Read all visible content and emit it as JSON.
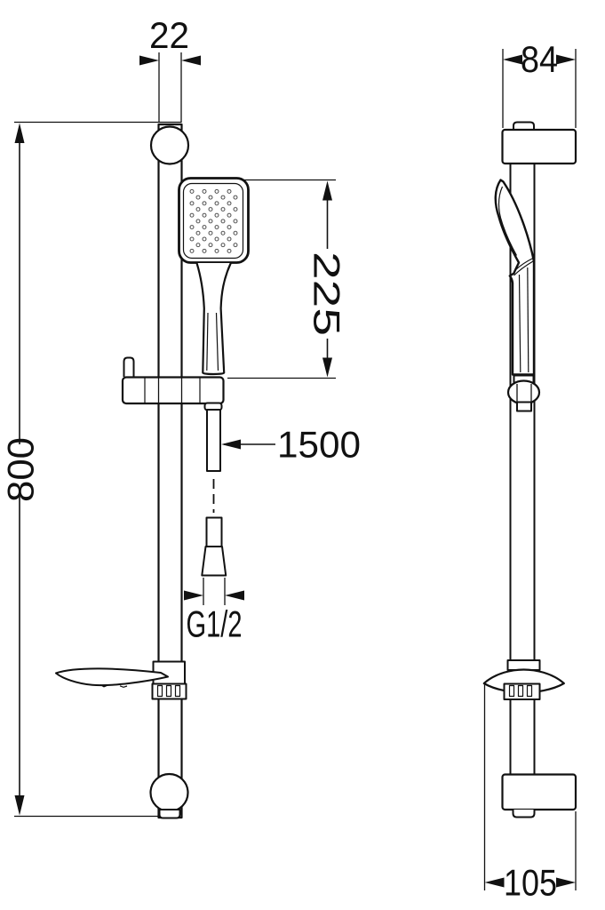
{
  "drawing": {
    "kind": "technical dimension drawing",
    "subject": "wall-mounted shower slide rail set with hand shower, hose, soap dish and wall brackets",
    "views": [
      "front view",
      "side view"
    ],
    "line_color": "#111111",
    "background": "#ffffff"
  },
  "dimensions": {
    "rail_width": "22",
    "bracket_depth": "84",
    "hand_shower_length": "225",
    "hose_length": "1500",
    "thread": "G1/2",
    "rail_height": "800",
    "total_depth": "105"
  }
}
